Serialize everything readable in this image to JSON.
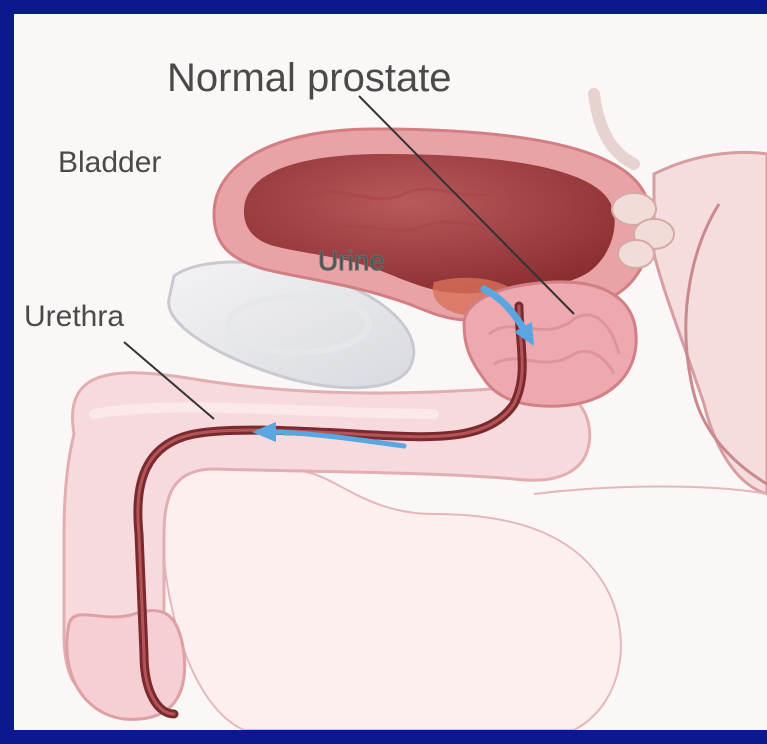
{
  "labels": {
    "title": "Normal prostate",
    "bladder": "Bladder",
    "urine": "Urine",
    "urethra": "Urethra"
  },
  "colors": {
    "frame": "#0a1a8c",
    "background": "#fbf7f6",
    "tissue_pink": "#f4d3d6",
    "tissue_light": "#fae6e7",
    "bladder_wall": "#e9a3a6",
    "bladder_interior": "#9a3a3c",
    "urethra": "#7a2a2e",
    "flow_arrow": "#5aa6e0",
    "label_text": "#4a4a4a"
  }
}
